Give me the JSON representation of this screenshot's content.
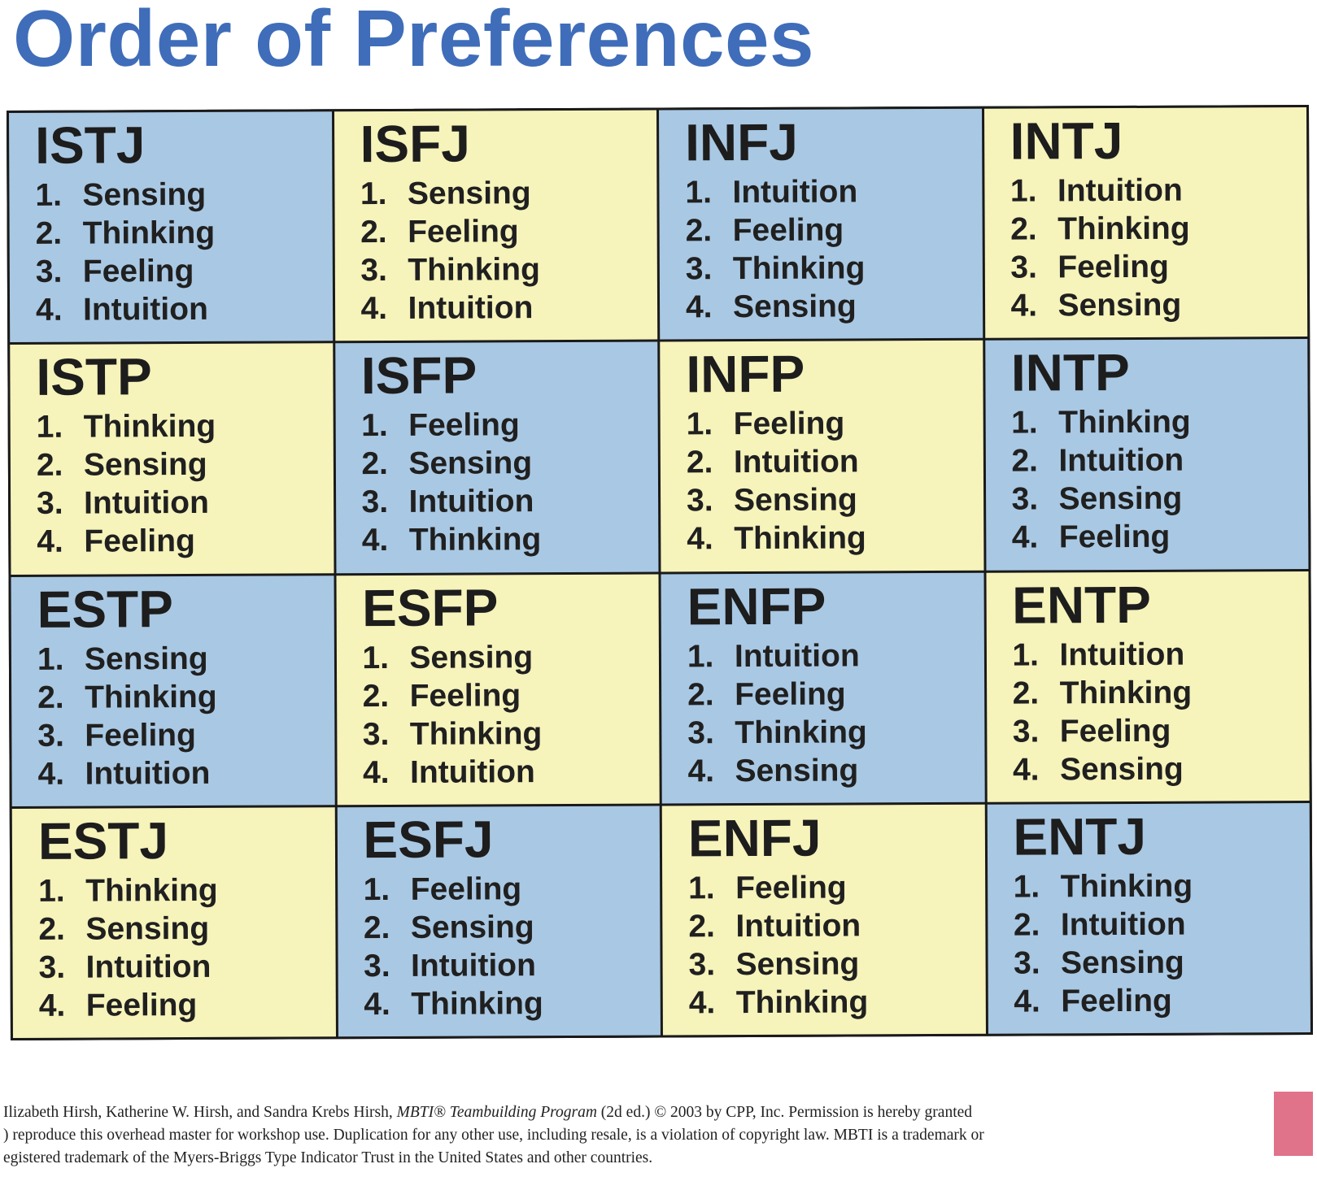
{
  "title": "Order of Preferences",
  "types": [
    {
      "name": "ISTJ",
      "color": "blue",
      "prefs": [
        "Sensing",
        "Thinking",
        "Feeling",
        "Intuition"
      ]
    },
    {
      "name": "ISFJ",
      "color": "yellow",
      "prefs": [
        "Sensing",
        "Feeling",
        "Thinking",
        "Intuition"
      ]
    },
    {
      "name": "INFJ",
      "color": "blue",
      "prefs": [
        "Intuition",
        "Feeling",
        "Thinking",
        "Sensing"
      ]
    },
    {
      "name": "INTJ",
      "color": "yellow",
      "prefs": [
        "Intuition",
        "Thinking",
        "Feeling",
        "Sensing"
      ]
    },
    {
      "name": "ISTP",
      "color": "yellow",
      "prefs": [
        "Thinking",
        "Sensing",
        "Intuition",
        "Feeling"
      ]
    },
    {
      "name": "ISFP",
      "color": "blue",
      "prefs": [
        "Feeling",
        "Sensing",
        "Intuition",
        "Thinking"
      ]
    },
    {
      "name": "INFP",
      "color": "yellow",
      "prefs": [
        "Feeling",
        "Intuition",
        "Sensing",
        "Thinking"
      ]
    },
    {
      "name": "INTP",
      "color": "blue",
      "prefs": [
        "Thinking",
        "Intuition",
        "Sensing",
        "Feeling"
      ]
    },
    {
      "name": "ESTP",
      "color": "blue",
      "prefs": [
        "Sensing",
        "Thinking",
        "Feeling",
        "Intuition"
      ]
    },
    {
      "name": "ESFP",
      "color": "yellow",
      "prefs": [
        "Sensing",
        "Feeling",
        "Thinking",
        "Intuition"
      ]
    },
    {
      "name": "ENFP",
      "color": "blue",
      "prefs": [
        "Intuition",
        "Feeling",
        "Thinking",
        "Sensing"
      ]
    },
    {
      "name": "ENTP",
      "color": "yellow",
      "prefs": [
        "Intuition",
        "Thinking",
        "Feeling",
        "Sensing"
      ]
    },
    {
      "name": "ESTJ",
      "color": "yellow",
      "prefs": [
        "Thinking",
        "Sensing",
        "Intuition",
        "Feeling"
      ]
    },
    {
      "name": "ESFJ",
      "color": "blue",
      "prefs": [
        "Feeling",
        "Sensing",
        "Intuition",
        "Thinking"
      ]
    },
    {
      "name": "ENFJ",
      "color": "yellow",
      "prefs": [
        "Feeling",
        "Intuition",
        "Sensing",
        "Thinking"
      ]
    },
    {
      "name": "ENTJ",
      "color": "blue",
      "prefs": [
        "Thinking",
        "Intuition",
        "Sensing",
        "Feeling"
      ]
    }
  ],
  "colors": {
    "title": "#3f6db9",
    "blue_cell": "#a9c8e3",
    "yellow_cell": "#f6f3bb",
    "corner_mark": "#e0728a"
  },
  "footer": {
    "part1": "Ilizabeth Hirsh, Katherine W. Hirsh, and Sandra Krebs Hirsh, ",
    "italic": "MBTI® Teambuilding Program",
    "part2": " (2d ed.) © 2003 by CPP, Inc. Permission is hereby granted\n) reproduce this overhead master for workshop use. Duplication for any other use, including resale, is a violation of copyright law. MBTI is a trademark or\negistered trademark of the Myers-Briggs Type Indicator Trust in the United States and other countries."
  }
}
